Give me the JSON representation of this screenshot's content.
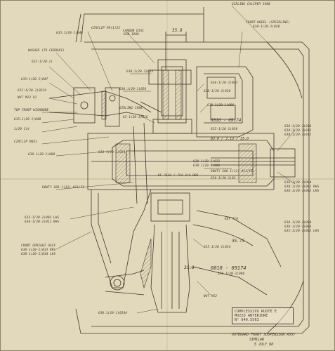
{
  "drawing": {
    "labels": {
      "caliper": "GIRLING CALIPER 1988",
      "front_wheel": "FRONT WHEEL (SPEEDLINE)",
      "front_wheel_pn": "638-1(20-1)020",
      "nut": "635:1(20-1)046",
      "circlip": "CIRCLIP PR(1)25",
      "washer": "WASHER (TO FERRARI)",
      "washer_pn": "635:1(20-1)",
      "carbon_disc": "CARBON DISC",
      "carbon_disc_pn": "DCN 1988",
      "hub": "638:1(20-1)022",
      "upright_a": "635:1(20-1)047",
      "upright_b": "635:1(20-1)023A",
      "nyloc": "NUT M12 X1",
      "front_wishbone": "TOP FRONT WISHBONE",
      "nut_2": "635:1(20-1)048",
      "unit_1": "1(20-1)V",
      "circlip_2": "CIRCLIP M8X1",
      "bearing": "638-1(20-1)008",
      "shaft": "638-1(20-1)006",
      "spacer_l": "638-1(20-1)006",
      "bearing_2": "620-1(20-1)021",
      "dowty": "DOWTY 206-1(11)-011/FE",
      "bolt_a": "638-1(20-1)010",
      "spacer_a": "638-1(20-1)013",
      "bolt_c": "635-1(20-1)030",
      "spacer_b": "638-1(20-1)01",
      "dowty_2": "DOWTY 206-1(11)-011/FE",
      "tab_l": "635-1(20-1)002 LHS",
      "tab_r": "638-1(20-1)011 RHS",
      "upright_asy": "FRONT UPRIGHT ASSY",
      "upright_rhs": "638-1(20-1)013 RHS",
      "upright_lhs": "638-1(20-1)014 LHS",
      "stub": "638:1(20-1)026",
      "brake_pad": "GIRLING 1988",
      "upright_c": "63-1(20-1)026",
      "lower_a": "635-1(20-1)054",
      "lower_b": "638-1(20-1)054",
      "right_1": "638:1(20-1)018",
      "right_2": "638:1(20-1)012",
      "right_3": "638:1(20-1)011",
      "right_4": "635:1(20-1)002 LHS",
      "right_5": "638:1(20-1)001 RHS",
      "right_6": "638:1(20-1)002 LHS",
      "right_7": "638:1(20-1)004",
      "right_8": "638-1(20-1)008",
      "right_9": "638-1(20-1)006",
      "key": "KEY 7/8",
      "kf": "KF 7619 / 75A 3/4 DBA",
      "dim_top": "35.8",
      "dim_mid": "35.8",
      "dim_right": "35.75",
      "handwritten_a": "6018 - 69174",
      "handwritten_b": "6016 - 69174",
      "handwritten_c": "B3.0 / 3.13 / 35.0",
      "bottom_pn": "638:1(20-1)054A",
      "bottom_2": "635 1(20-1)006",
      "nut_bottom": "NUT M12"
    },
    "title_block": {
      "line1": "COMPLESSIVO RUOTE E",
      "line2": "MOZZO ANTERIORE",
      "line3": "N° 640.5563"
    },
    "caption": {
      "line1": "OUTBOARD FRONT SUSPENSION ASSY",
      "line2": "SIMILAR",
      "line3": "5 JULY 88"
    }
  }
}
